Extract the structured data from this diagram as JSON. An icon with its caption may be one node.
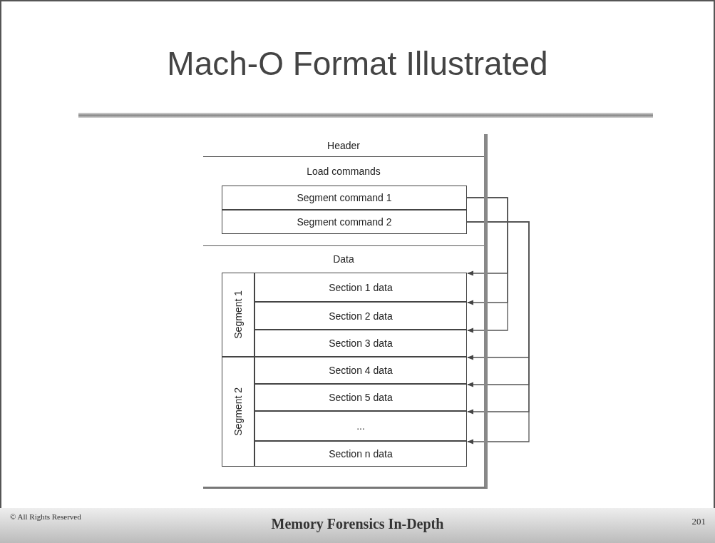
{
  "diagram": {
    "title": "Mach-O Format Illustrated",
    "nodes": [
      {
        "text": [
          "Header"
        ]
      },
      {
        "text": [
          "Load commands"
        ]
      },
      {
        "text": [
          "Segment command 1"
        ],
        "in": 1
      },
      {
        "text": [
          "Segment command 2"
        ],
        "in": 1
      },
      {
        "text": [
          "Data"
        ]
      },
      {
        "text": [
          "Segment 1"
        ],
        "in": 4
      },
      {
        "text": [
          "Section 1 data"
        ],
        "in": 4
      },
      {
        "text": [
          "Section 2 data"
        ],
        "in": 4
      },
      {
        "text": [
          "Section 3 data"
        ],
        "in": 4
      },
      {
        "text": [
          "Segment 2"
        ],
        "in": 4
      },
      {
        "text": [
          "Section 4 data"
        ],
        "in": 4
      },
      {
        "text": [
          "Section 5 data"
        ],
        "in": 4
      },
      {
        "text": [
          "..."
        ],
        "in": 4
      },
      {
        "text": [
          "Section n data"
        ],
        "in": 4
      }
    ],
    "edges": [
      {
        "from": 2,
        "to": 6,
        "arrow": "to"
      },
      {
        "from": 2,
        "to": 7,
        "arrow": "to"
      },
      {
        "from": 2,
        "to": 8,
        "arrow": "to"
      },
      {
        "from": 3,
        "to": 10,
        "arrow": "to"
      },
      {
        "from": 3,
        "to": 11,
        "arrow": "to"
      },
      {
        "from": 3,
        "to": 12,
        "arrow": "to"
      },
      {
        "from": 3,
        "to": 13,
        "arrow": "to"
      }
    ],
    "labels": [
      "© All Rights Reserved",
      "Memory Forensics In-Depth",
      "201"
    ]
  }
}
